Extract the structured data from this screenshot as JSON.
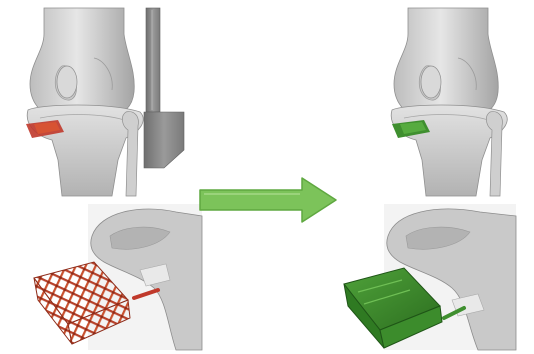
{
  "colors": {
    "bone_fill": "#d3d3d3",
    "bone_shade": "#a9a9a9",
    "bone_dark": "#7f7f7f",
    "panel_bg": "#f1f1f1",
    "implant_before": "#c0392b",
    "implant_after": "#3f8f2f",
    "arrow": "#7cc35a",
    "arrow_stroke": "#5fa840",
    "lattice": "#b7412a",
    "surgical_blade": "#8a8a8a"
  },
  "panels": {
    "top_left": {
      "icon": "knee-joint-with-defect-and-blade"
    },
    "top_right": {
      "icon": "knee-joint-with-filled-defect"
    },
    "bottom_left": {
      "icon": "bone-with-porous-lattice-implant"
    },
    "bottom_right": {
      "icon": "bone-with-solid-implant"
    }
  },
  "arrow": {
    "icon": "right-arrow",
    "direction": "right"
  }
}
